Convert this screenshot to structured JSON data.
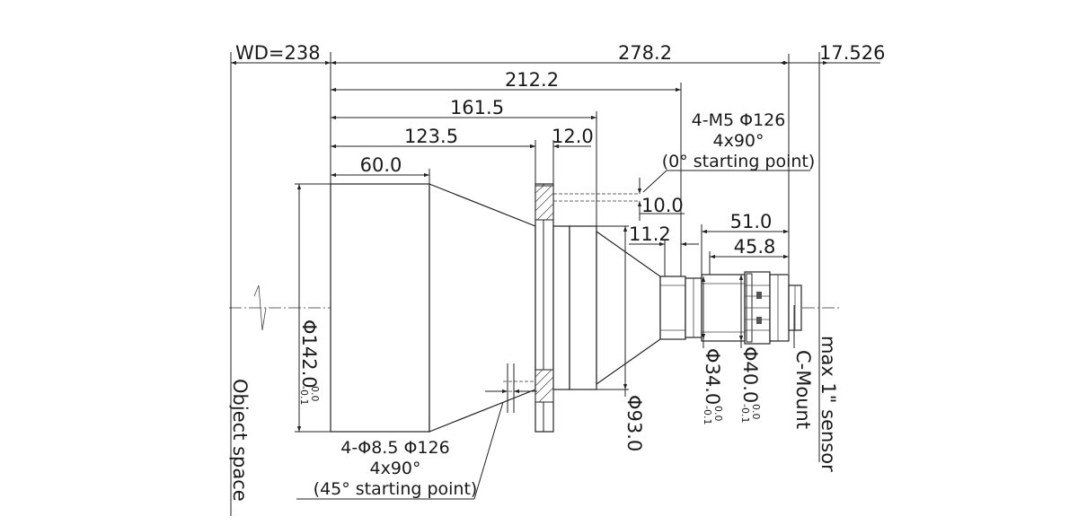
{
  "dimensions": {
    "wd": "WD=238",
    "total_length": "278.2",
    "flange_to_sensor": "17.526",
    "len_212": "212.2",
    "len_161": "161.5",
    "len_123": "123.5",
    "len_12": "12.0",
    "len_60": "60.0",
    "len_10": "10.0",
    "len_11": "11.2",
    "len_51": "51.0",
    "len_45": "45.8",
    "dia_142": "Φ142.0",
    "dia_142_tol_upper": "0.0",
    "dia_142_tol_lower": "-0.1",
    "dia_93": "Φ93.0",
    "dia_34": "Φ34.0",
    "dia_34_tol_upper": "0.0",
    "dia_34_tol_lower": "-0.1",
    "dia_40": "Φ40.0",
    "dia_40_tol_upper": "0.0",
    "dia_40_tol_lower": "-0.1"
  },
  "notes": {
    "top_line1": "4-M5 Φ126",
    "top_line2": "4x90°",
    "top_line3": "(0° starting point)",
    "bottom_line1": "4-Φ8.5  Φ126",
    "bottom_line2": "4x90°",
    "bottom_line3": "(45° starting point)"
  },
  "labels": {
    "object_space": "Object space",
    "c_mount": "C-Mount",
    "sensor": "max 1\" sensor"
  }
}
